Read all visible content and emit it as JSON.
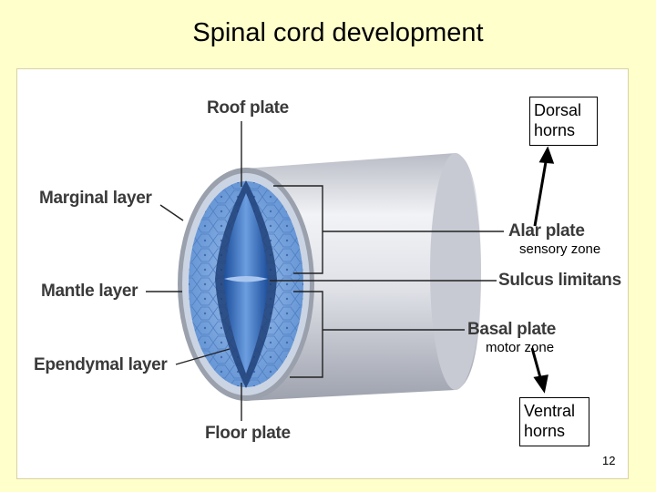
{
  "title": "Spinal cord development",
  "labels": {
    "roof_plate": "Roof plate",
    "marginal_layer": "Marginal layer",
    "mantle_layer": "Mantle layer",
    "ependymal_layer": "Ependymal layer",
    "floor_plate": "Floor plate",
    "alar_plate": "Alar plate",
    "sulcus_limitans": "Sulcus limitans",
    "basal_plate": "Basal plate"
  },
  "zones": {
    "sensory": "sensory zone",
    "motor": "motor zone"
  },
  "boxes": {
    "dorsal_line1": "Dorsal",
    "dorsal_line2": "horns",
    "ventral_line1": "Ventral",
    "ventral_line2": "horns"
  },
  "slide_number": "12",
  "colors": {
    "background": "#ffffcc",
    "tissue_blue": "#7aa6dc",
    "canal_blue": "#2a66b8",
    "cylinder_gray": "#d8dbe2"
  }
}
